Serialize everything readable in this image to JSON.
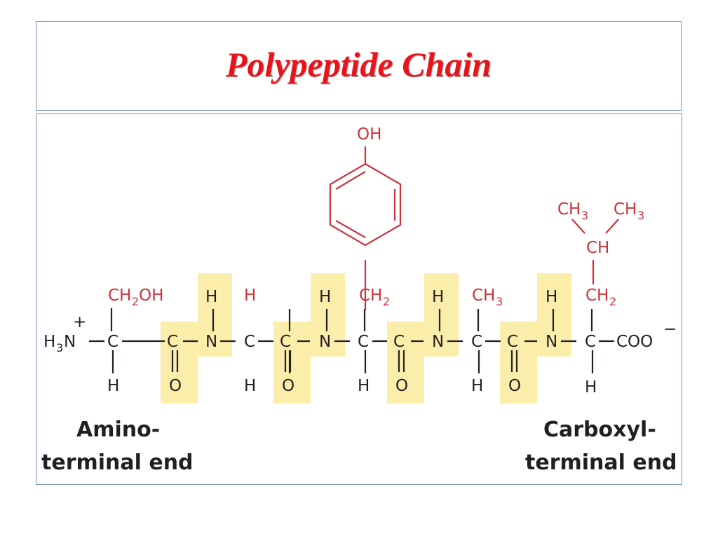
{
  "slide": {
    "title": "Polypeptide Chain"
  },
  "atoms": {
    "n_terminus": "H",
    "n_terminus_sub": "3",
    "n_terminus_n": "N",
    "plus": "+",
    "c": "C",
    "n": "N",
    "h": "H",
    "o": "O",
    "coo": "COO",
    "minus": "−"
  },
  "side_chains": {
    "serine": [
      "CH",
      "2",
      "OH"
    ],
    "glycine": "H",
    "tyrosine_ch2": [
      "CH",
      "2"
    ],
    "tyrosine_oh": "OH",
    "alanine": [
      "CH",
      "3"
    ],
    "leucine_ch2": [
      "CH",
      "2"
    ],
    "leucine_ch": "CH",
    "leucine_ch3_left": [
      "CH",
      "3"
    ],
    "leucine_ch3_right": [
      "CH",
      "3"
    ]
  },
  "labels": {
    "amino_line1": "Amino-",
    "amino_line2": "terminal end",
    "carboxyl_line1": "Carboxyl-",
    "carboxyl_line2": "terminal end"
  },
  "colors": {
    "title": "#e8141b",
    "backbone": "#231f20",
    "side_chain": "#c9343b",
    "peptide_highlight": "#fbeeab",
    "frame": "#6f8fbf"
  }
}
